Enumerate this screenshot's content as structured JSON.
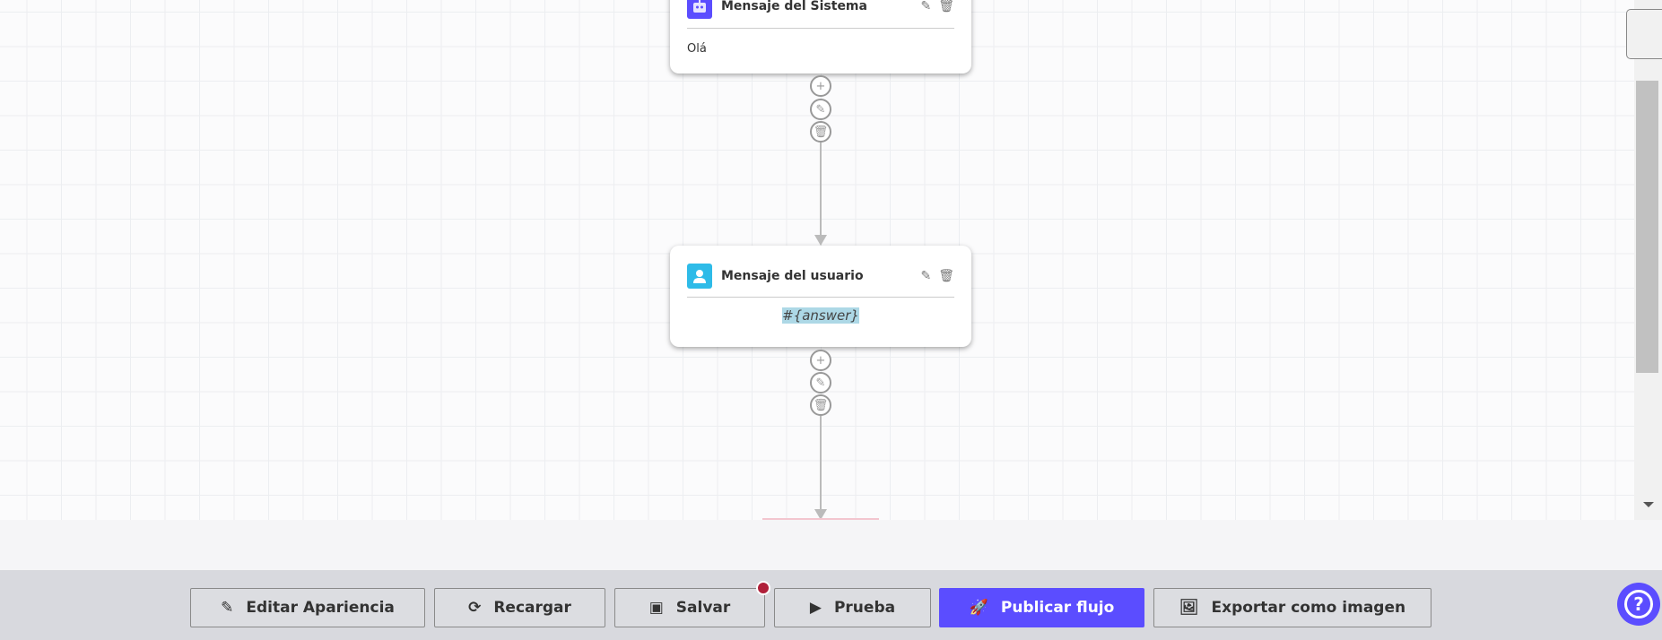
{
  "colors": {
    "accent": "#5b4dff",
    "system_avatar": "#5b4dff",
    "user_avatar": "#2ebbe8",
    "badge": "#b0203a",
    "highlight": "#add8e6"
  },
  "nodes": [
    {
      "title": "Mensaje del Sistema",
      "icon": "robot-icon",
      "body": "Olá"
    },
    {
      "title": "Mensaje del usuario",
      "icon": "user-icon",
      "body": "#{answer}"
    }
  ],
  "toolbar": {
    "edit_appearance": "Editar Apariencia",
    "reload": "Recargar",
    "save": "Salvar",
    "test": "Prueba",
    "publish": "Publicar flujo",
    "export": "Exportar como imagen"
  }
}
